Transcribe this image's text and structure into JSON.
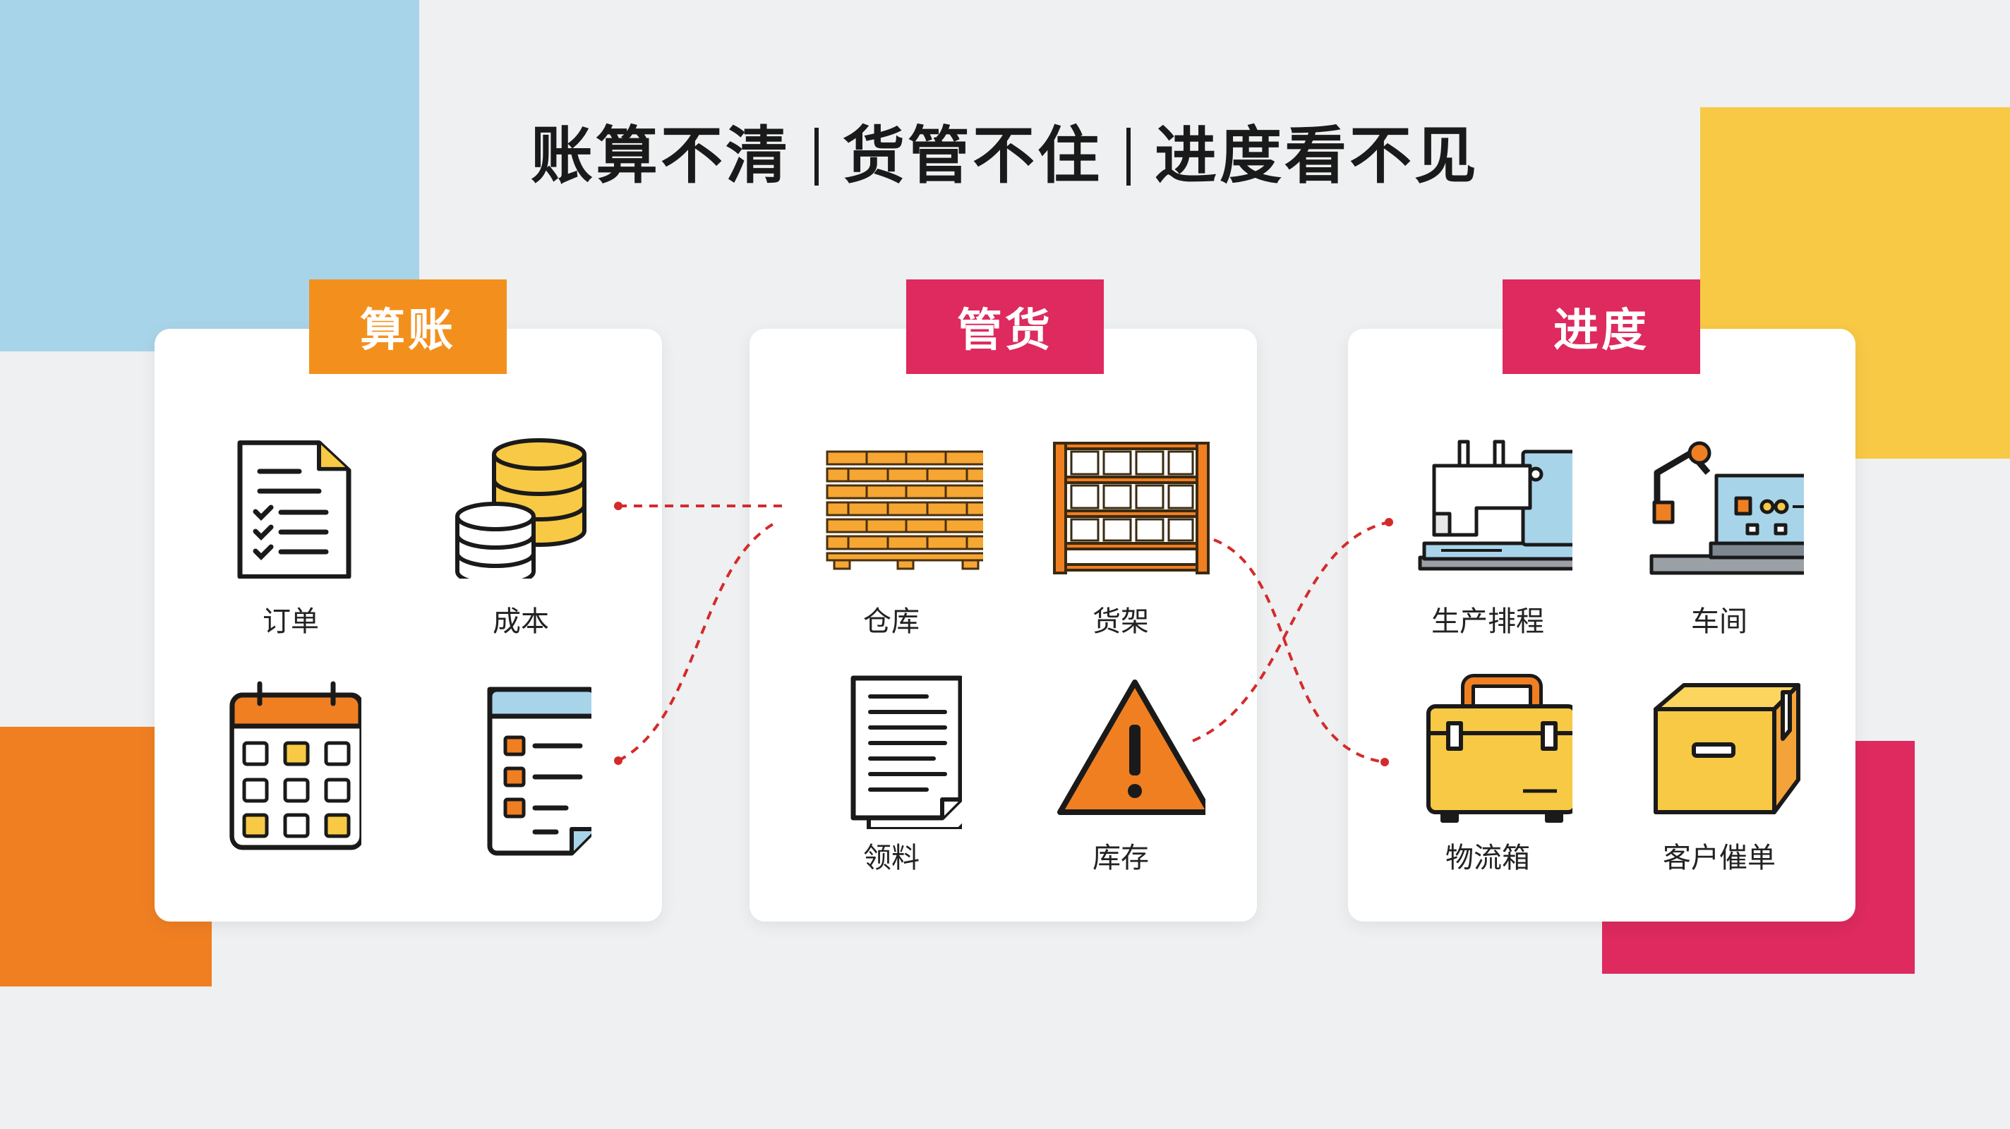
{
  "title": {
    "part1": "账算不清",
    "part2": "货管不住",
    "part3": "进度看不见"
  },
  "groups": [
    {
      "tag": "算账",
      "items": [
        {
          "label": "订单",
          "icon": "order-list-icon"
        },
        {
          "label": "成本",
          "icon": "coins-icon"
        },
        {
          "label": "",
          "icon": "calendar-icon"
        },
        {
          "label": "",
          "icon": "spreadsheet-icon"
        }
      ]
    },
    {
      "tag": "管货",
      "items": [
        {
          "label": "仓库",
          "icon": "brick-warehouse-icon"
        },
        {
          "label": "货架",
          "icon": "shelf-rack-icon"
        },
        {
          "label": "领料",
          "icon": "documents-icon"
        },
        {
          "label": "库存",
          "icon": "warning-icon"
        }
      ]
    },
    {
      "tag": "进度",
      "items": [
        {
          "label": "生产排程",
          "icon": "sewing-machine-icon"
        },
        {
          "label": "车间",
          "icon": "robot-arm-icon"
        },
        {
          "label": "物流箱",
          "icon": "toolbox-icon"
        },
        {
          "label": "客户催单",
          "icon": "package-box-icon"
        }
      ]
    }
  ],
  "colors": {
    "orange": "#f3901d",
    "pink": "#de2a5e",
    "yellow": "#f8c944",
    "blue": "#a8d4ea",
    "connector": "#d42a2a"
  }
}
